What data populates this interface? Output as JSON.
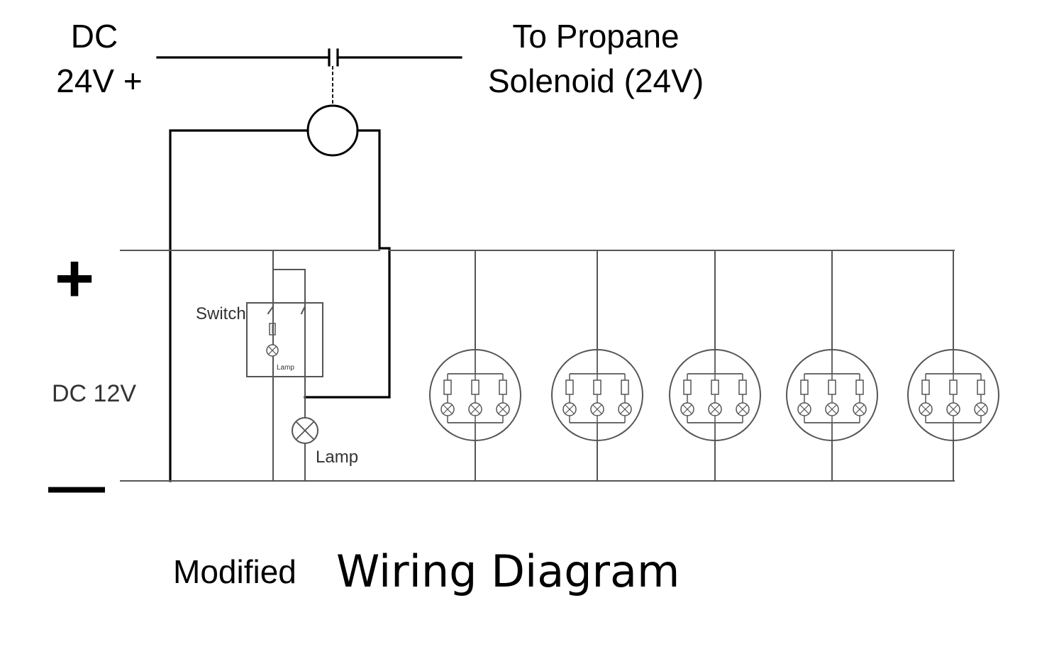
{
  "labels": {
    "dc24_line1": "DC",
    "dc24_line2": "24V +",
    "propane_line1": "To Propane",
    "propane_line2": "Solenoid (24V)",
    "plus": "+",
    "minus": "—",
    "dc12": "DC 12V",
    "switch": "Switch",
    "lamp_small": "Lamp",
    "lamp": "Lamp",
    "modified": "Modified",
    "title": "Wiring Diagram"
  },
  "fixture_count": 5
}
